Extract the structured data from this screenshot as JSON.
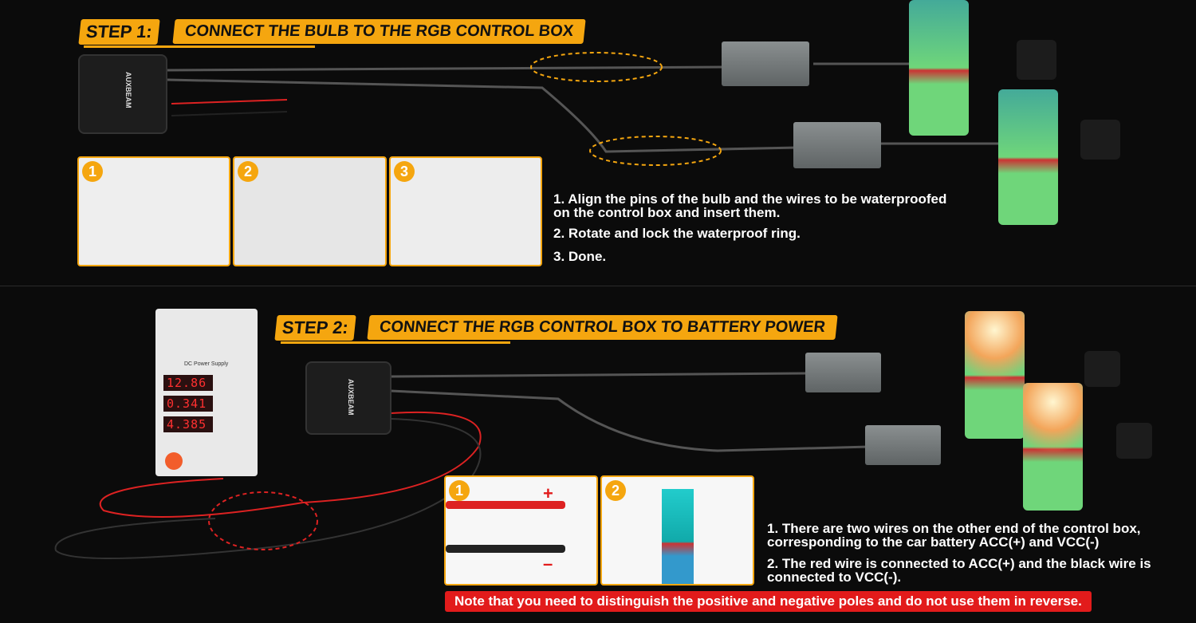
{
  "step1": {
    "badge": "STEP 1:",
    "title": "CONNECT THE BULB TO THE RGB CONTROL BOX",
    "panels": [
      "1",
      "2",
      "3"
    ],
    "instructions": [
      "1. Align the pins of the bulb and the wires to be waterproofed",
      "on the control box and insert them.",
      "2. Rotate and lock the waterproof ring.",
      "3. Done."
    ]
  },
  "step2": {
    "badge": "STEP 2:",
    "title": "CONNECT THE RGB CONTROL BOX TO BATTERY POWER",
    "panels": [
      "1",
      "2"
    ],
    "plus": "+",
    "minus": "–",
    "instructions": [
      "1. There are two wires on the other end of the control box,",
      "corresponding to the car battery ACC(+) and VCC(-)",
      "2. The red wire is connected to ACC(+) and the black wire is",
      "connected to VCC(-)."
    ],
    "warning": "Note that you need to distinguish the positive and negative poles and do not use them in reverse."
  },
  "control_box": {
    "brand": "AUXBEAM"
  },
  "power_supply": {
    "label": "DC Power Supply",
    "readouts": [
      "12.86",
      "0.341",
      "4.385"
    ]
  },
  "colors": {
    "accent": "#f5a60f",
    "warning": "#e21b1b",
    "bulb": "#6fd67a"
  }
}
